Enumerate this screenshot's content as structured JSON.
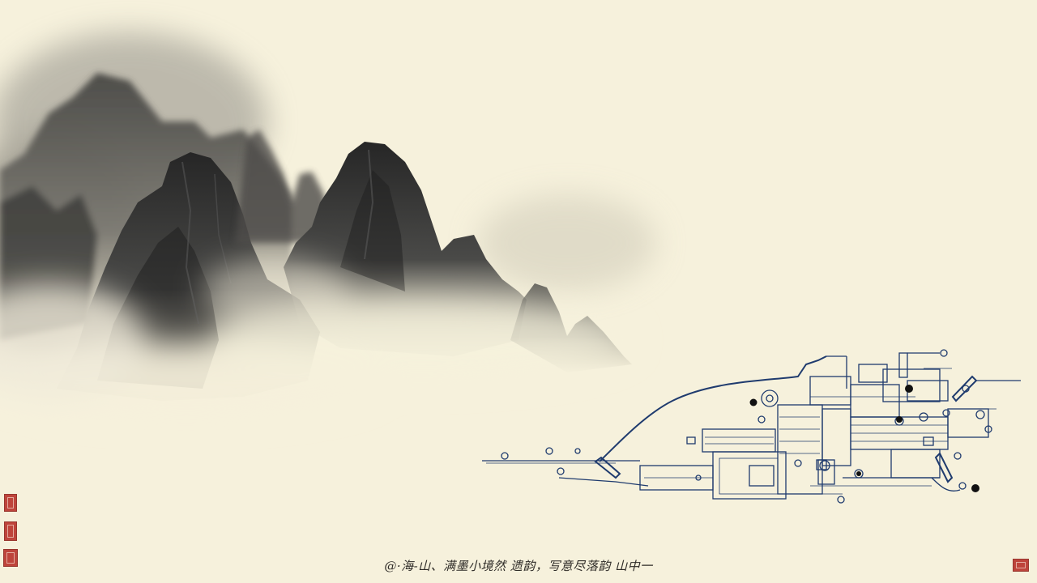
{
  "caption": "@·海-山、满墨小境然 遗韵，写意尽落韵 山中一",
  "colors": {
    "paper": "#f6f1dc",
    "ink": "#2a2a2a",
    "blueprint": "#1f3b6e",
    "seal": "#b8322a"
  },
  "seals": [
    {
      "name": "seal-stamp-left-top"
    },
    {
      "name": "seal-stamp-left-middle"
    },
    {
      "name": "seal-stamp-left-bottom"
    },
    {
      "name": "seal-stamp-right-bottom"
    }
  ]
}
